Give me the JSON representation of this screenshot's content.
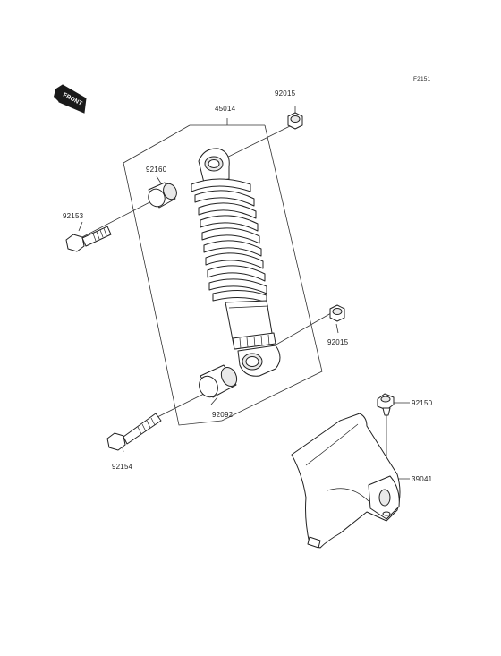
{
  "figure_code": "F2151",
  "front_label": "FRONT",
  "parts": {
    "shock_absorber": "45014",
    "nut_top": "92015",
    "nut_lower": "92015",
    "bushing_top": "92160",
    "bolt_top": "92153",
    "bushing_lower": "92092",
    "bolt_lower": "92154",
    "fastener_cover": "92150",
    "cover": "39041"
  }
}
